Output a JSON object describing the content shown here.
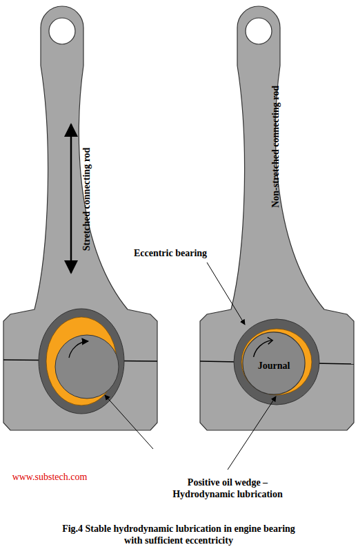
{
  "diagram": {
    "caption": "Fig.4 Stable hydrodynamic lubrication in engine bearing with sufficient eccentricity",
    "nodes": [
      {
        "text": [
          "Journal"
        ]
      }
    ],
    "labels": [
      "Stretched connecting rod",
      "Non-stretched connecting rod",
      "Eccentric bearing",
      "Positive oil wedge – Hydrodynamic lubrication",
      "www.substech.com"
    ]
  }
}
